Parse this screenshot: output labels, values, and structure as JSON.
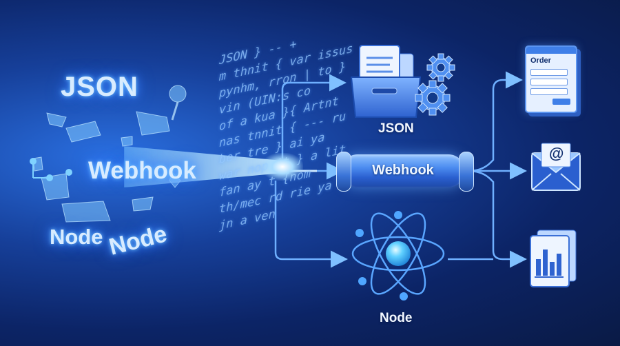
{
  "left_cluster": {
    "json_label": "JSON",
    "webhook_label": "Webhook",
    "node_label_1": "Node",
    "node_label_2": "Node"
  },
  "code_stream": {
    "lines": [
      "JSON } -- +",
      "m thnit { var issus",
      "pynhm, rron | to }",
      "vin (UIN:s co",
      "of a kua }{ Artnt",
      "nas tnnit { --- ru",
      "ber tre } ai ya",
      "war nop it } a lit",
      "fan ay t {nom",
      "th/mec rd rie ya",
      "jn a ven"
    ]
  },
  "center": {
    "pipe_label": "Webhook"
  },
  "right_nodes": {
    "json_label": "JSON",
    "node_label": "Node"
  },
  "outputs": {
    "order_title": "Order",
    "email_symbol": "@"
  },
  "colors": {
    "background": "#0c2466",
    "accent": "#3f7fe8",
    "glow": "#6fc2ff",
    "line": "#6fb0ff"
  },
  "icons": [
    "folder-icon",
    "gear-icon",
    "atom-icon",
    "order-form-icon",
    "email-envelope-icon",
    "report-chart-icon"
  ]
}
